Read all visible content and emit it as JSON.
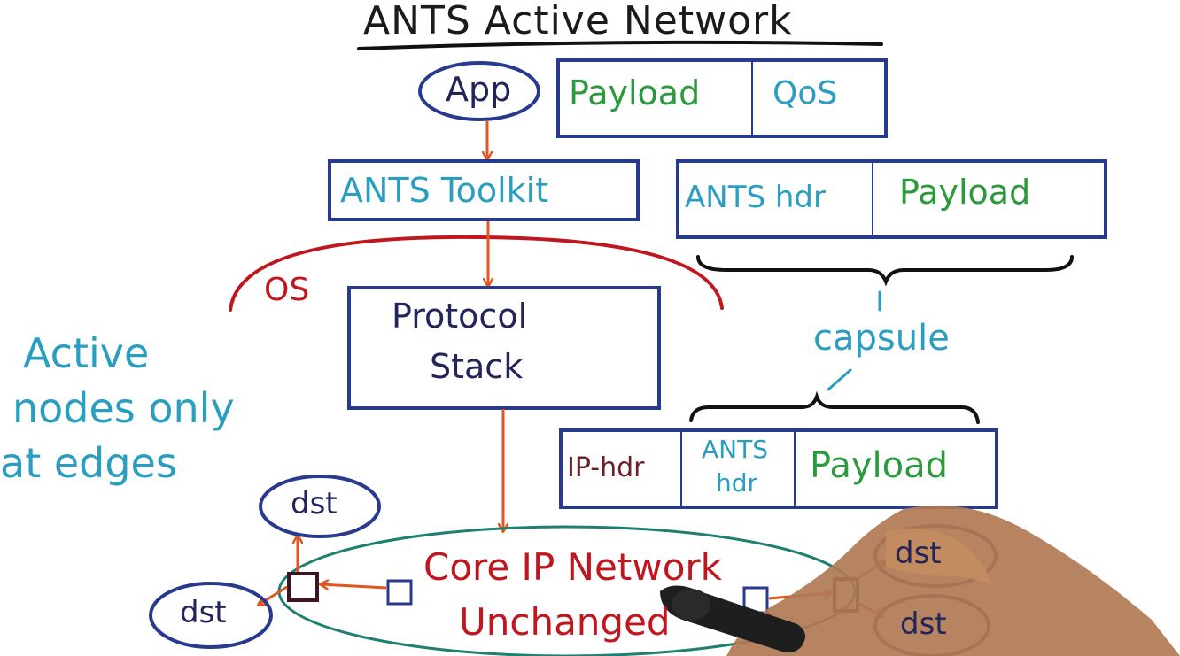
{
  "title": "ANTS Active Network",
  "app_label": "App",
  "packet_top": {
    "payload": "Payload",
    "qos": "QoS"
  },
  "toolkit_label": "ANTS Toolkit",
  "packet_ants": {
    "hdr": "ANTS hdr",
    "payload": "Payload"
  },
  "capsule_label": "capsule",
  "os_label": "OS",
  "protocol_stack": {
    "line1": "Protocol",
    "line2": "Stack"
  },
  "side_note": {
    "line1": "Active",
    "line2": "nodes only",
    "line3": "at edges"
  },
  "packet_ip": {
    "ip_hdr": "IP-hdr",
    "ants_hdr_line1": "ANTS",
    "ants_hdr_line2": "hdr",
    "payload": "Payload"
  },
  "core_network": {
    "line1": "Core IP Network",
    "line2": "Unchanged"
  },
  "dst_labels": [
    "dst",
    "dst",
    "dst",
    "dst"
  ],
  "colors": {
    "box_border": "#283a8e",
    "arrow": "#e2551e",
    "os_arc": "#c0161d",
    "ellipse": "#1f7f73",
    "text_navy": "#22245a",
    "text_cyan": "#2a9ec0",
    "text_green": "#2c9a3c"
  }
}
